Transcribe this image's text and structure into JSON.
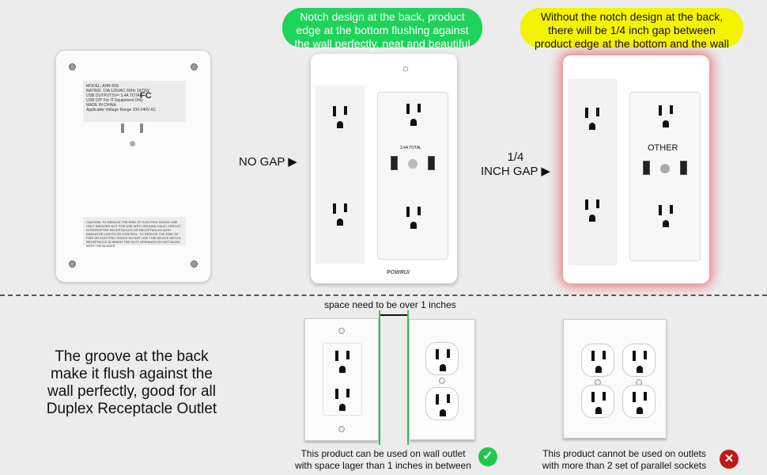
{
  "callouts": {
    "notch": "Notch design at the back, product edge at the bottom flushing against the wall perfectly, neat and beautiful",
    "no_notch": "Without the notch design at the back, there will be 1/4 inch gap between product edge at the bottom and the wall"
  },
  "back_label": {
    "lines": [
      "MODEL: AHR-508",
      "RATING: 15A 125VAC 60Hz 1875W",
      "USB OUTPUT:5V= 3.4A TOTAL",
      "USB O/P For IT Equipment Only",
      "MADE IN CHINA",
      "Applicable Voltage Range 100-240V AC"
    ],
    "fc_mark": "FC",
    "caution": "CAUTION: TO REDUCE THE RISK OF ELECTRIC SHOCK USE ONLY INDOORS NOT FOR USE WITH GROUND FAULT CIRCUIT-INTERRUPTER RECEPTACLES OR RECEPTACLES WITH INDICATOR LIGHTS OR CONTROL. TO REDUCE THE RISK OF FIRE OR ELECTRIC SHOCK DO NOT USE THIS DEVICE WITH A RECEPTACLE IN WHICH THE SLOT OPENINGS DO NOT ALIGN WITH THE BLADES"
  },
  "no_gap_label": "NO GAP ▶",
  "gap_label_1": "1/4",
  "gap_label_2": "INCH GAP ▶",
  "product": {
    "usb_total": "3.4A TOTAL",
    "brand": "POWRUI"
  },
  "other_label": "OTHER",
  "groove_text": [
    "The groove at the back",
    "make it flush against the",
    "wall perfectly, good for all",
    "Duplex Receptacle Outlet"
  ],
  "space_label": "space need to be over 1 inches",
  "ok_caption": [
    "This product can be used on wall outlet",
    "with space lager than 1 inches in between"
  ],
  "bad_caption": [
    "This product cannot be used on outlets",
    "with more than 2 set of parallel sockets"
  ],
  "colors": {
    "green": "#1ed35a",
    "yellow": "#f4f400",
    "red_glow": "#e02020",
    "ok": "#1ec84a",
    "bad": "#c01818"
  },
  "icons": {
    "ok": "check-circle-icon",
    "bad": "x-circle-icon",
    "light": "light-sensor-icon"
  }
}
